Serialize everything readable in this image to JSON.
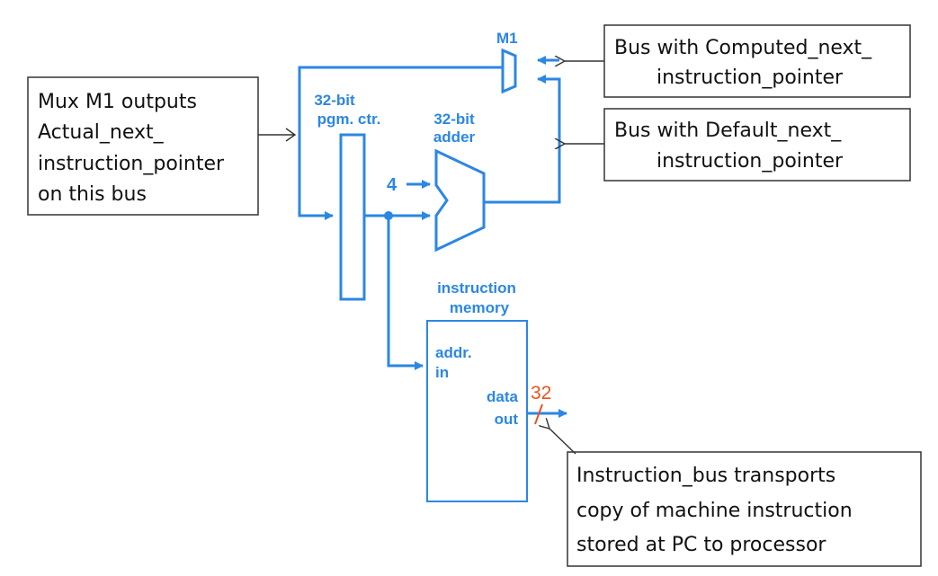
{
  "colors": {
    "wire": "#2b87e3",
    "text_blue": "#2b87e3",
    "bus_width": "#e8541c",
    "callout_border": "#333333",
    "callout_text": "#111111"
  },
  "labels": {
    "mux": "M1",
    "pc_line1": "32-bit",
    "pc_line2": "pgm. ctr.",
    "adder_line1": "32-bit",
    "adder_line2": "adder",
    "constant_four": "4",
    "imem_line1": "instruction",
    "imem_line2": "memory",
    "addr_line1": "addr.",
    "addr_line2": "in",
    "data_line1": "data",
    "data_line2": "out",
    "bus_width": "32"
  },
  "callouts": {
    "mux_output": [
      "Mux M1 outputs",
      "Actual_next_",
      "instruction_pointer",
      "on this bus"
    ],
    "computed_bus": [
      "Bus with Computed_next_",
      "instruction_pointer"
    ],
    "default_bus": [
      "Bus with Default_next_",
      "instruction_pointer"
    ],
    "instruction_bus": [
      "Instruction_bus transports",
      "copy of machine instruction",
      "stored at PC to processor"
    ]
  }
}
